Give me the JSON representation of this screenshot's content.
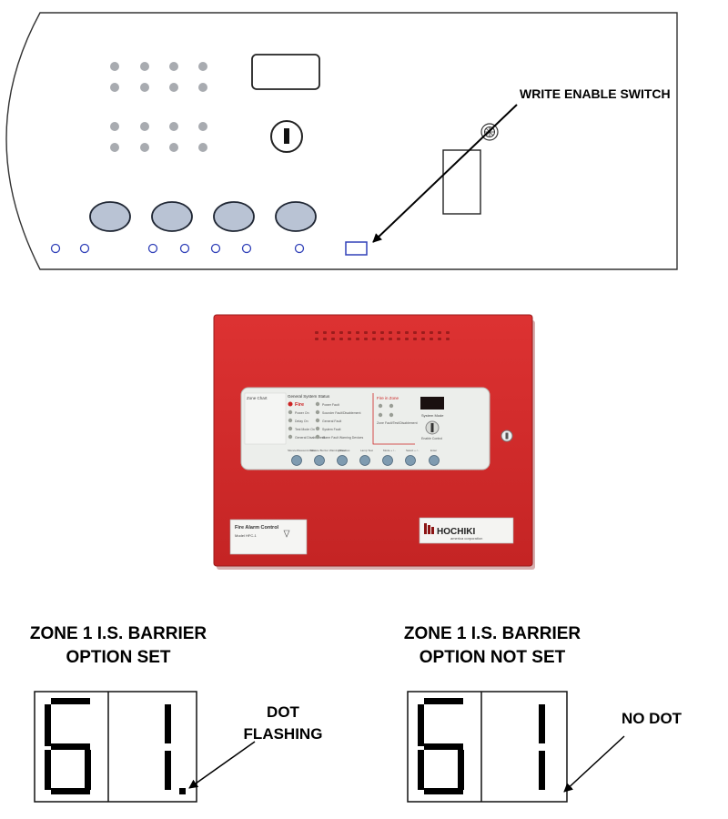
{
  "panel_diagram": {
    "callout": "WRITE ENABLE SWITCH"
  },
  "photo": {
    "zone_chart_label": "Zone Chart",
    "status_heading": "General System Status",
    "fire_label": "Fire",
    "status_left": [
      "Power On",
      "Delay On",
      "Test Mode On",
      "General Disablement"
    ],
    "status_right": [
      "Power Fault",
      "Sounder Fault/Disablement",
      "General Fault",
      "System Fault",
      "Alarm Fault Warning Devices"
    ],
    "fire_in_zone": "Fire in Zone",
    "zone_fault": "Zone Fault/Test/Disablement",
    "system_mode": "System Mode",
    "enable_control": "Enable Control",
    "buttons": [
      "Silence/Resound Alarm",
      "Silence Buzzer Warning Devices",
      "Reset",
      "Lamp Test",
      "Mode + / -",
      "Select + / -",
      "Enter"
    ],
    "label_title": "Fire Alarm Control",
    "label_model": "Model HFC-1",
    "brand": "HOCHIKI",
    "brand_sub": "america corporation",
    "colors": {
      "cabinet": "#d42a2a",
      "cabinet_dark": "#a81e1e",
      "fascia": "#e9ece9"
    }
  },
  "displays": [
    {
      "title_line1": "ZONE 1 I.S. BARRIER",
      "title_line2": "OPTION SET",
      "digit_left": "6",
      "digit_right": "1",
      "dot": true,
      "note_line1": "DOT",
      "note_line2": "FLASHING"
    },
    {
      "title_line1": "ZONE 1 I.S. BARRIER",
      "title_line2": "OPTION NOT SET",
      "digit_left": "6",
      "digit_right": "1",
      "dot": false,
      "note_line1": "NO DOT"
    }
  ]
}
